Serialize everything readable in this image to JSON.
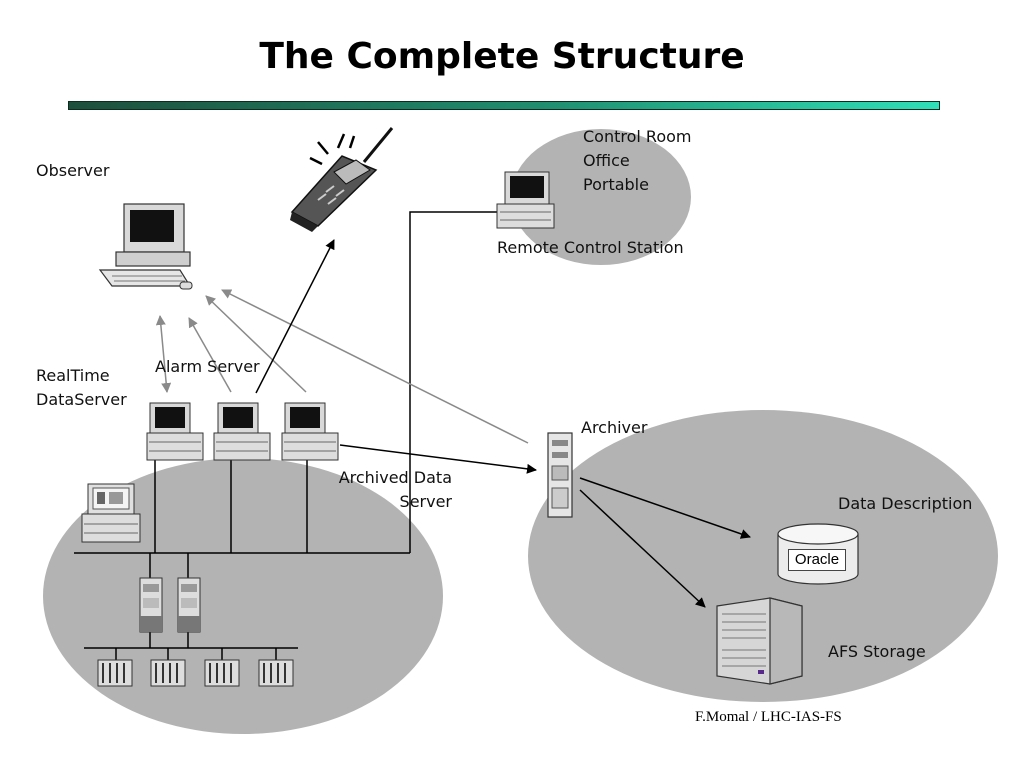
{
  "title": "The Complete Structure",
  "labels": {
    "observer": "Observer",
    "control_room": [
      "Control Room",
      "Office",
      "Portable"
    ],
    "remote_control_station": "Remote Control Station",
    "realtime_dataserver": [
      "RealTime",
      "DataServer"
    ],
    "alarm_server": "Alarm Server",
    "archived_data_server": [
      "Archived Data",
      "Server"
    ],
    "archiver": "Archiver",
    "data_description": "Data Description",
    "oracle": "Oracle",
    "afs_storage": "AFS Storage"
  },
  "footer": {
    "credit": "F.Momal / LHC-IAS-FS"
  },
  "colors": {
    "ellipse_fill": "#b3b3b3",
    "rule_start": "#1d4f3c",
    "rule_end": "#2fe0b8",
    "gray_arrow": "#8a8a8a",
    "black_arrow": "#000000"
  }
}
